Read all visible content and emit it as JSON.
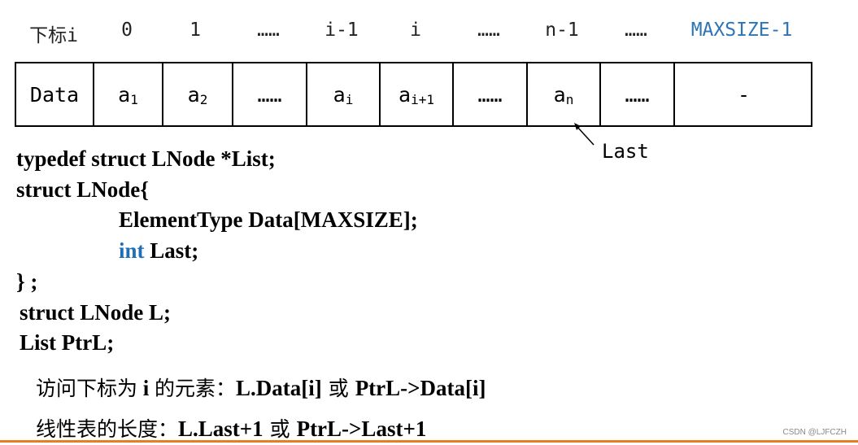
{
  "indices": {
    "label": "下标i",
    "values": [
      "0",
      "1",
      "……",
      "i-1",
      "i",
      "……",
      "n-1",
      "……",
      "MAXSIZE-1"
    ],
    "accent_color": "#2e75b6"
  },
  "array": {
    "header": "Data",
    "cells": [
      {
        "base": "a",
        "sub": "1"
      },
      {
        "base": "a",
        "sub": "2"
      },
      {
        "base": "……",
        "sub": ""
      },
      {
        "base": "a",
        "sub": "i"
      },
      {
        "base": "a",
        "sub": "i+1"
      },
      {
        "base": "……",
        "sub": ""
      },
      {
        "base": "a",
        "sub": "n"
      },
      {
        "base": "……",
        "sub": ""
      },
      {
        "base": "-",
        "sub": ""
      }
    ]
  },
  "pointer": {
    "label": "Last"
  },
  "code": {
    "line1": "typedef struct LNode *List;",
    "line2": "struct LNode{",
    "line3": "ElementType  Data[MAXSIZE];",
    "line4_kw": "int",
    "line4_rest": "  Last;",
    "line5": "} ;",
    "line6": "struct LNode L;",
    "line7": "List  PtrL;"
  },
  "notes": {
    "access_prefix": "访问下标为",
    "access_i": " i ",
    "access_mid": "的元素：",
    "access_expr1": "L.Data[i]",
    "access_or": " 或 ",
    "access_expr2": "PtrL->Data[i]",
    "length_prefix": "线性表的长度：",
    "length_expr1": "L.Last+1",
    "length_or": " 或 ",
    "length_expr2": "PtrL->Last+1"
  },
  "watermark": "CSDN @LJFCZH",
  "colors": {
    "keyword": "#1f6fb5",
    "bottom_bar": "#e67e22"
  }
}
